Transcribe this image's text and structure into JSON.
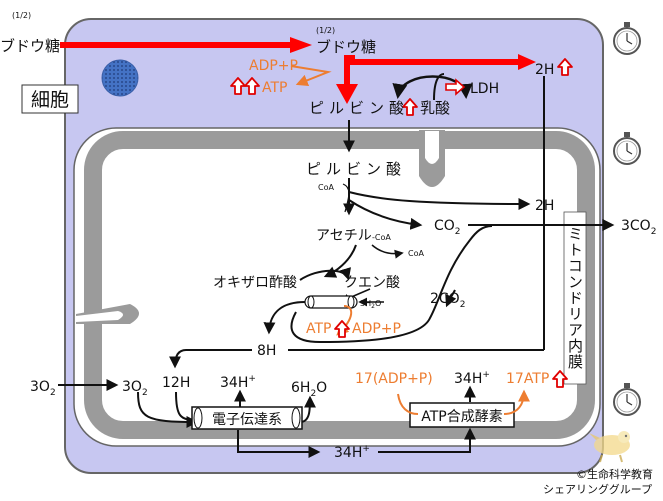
{
  "colors": {
    "cell_fill": "#c7c7f1",
    "cell_border": "#666666",
    "mito_membrane": "#9b9b9b",
    "matrix": "#ffffff",
    "glycolysis_arrow": "#ff0000",
    "atp_orange": "#ed7d31",
    "nucleus": "#4472c4",
    "up_arrow_red": "#e00000",
    "text": "#111111"
  },
  "labels": {
    "cell": "細胞",
    "half_left": "(1/2)",
    "glucose_left": "ブドウ糖",
    "half_mid": "(1/2)",
    "glucose_mid": "ブドウ糖",
    "adp_p_top": "ADP+P",
    "atp_top": "ATP",
    "pyruvate_top": "ピルビン酸",
    "lactate": "乳酸",
    "ldh": "LDH",
    "two_h_top": "2H",
    "pyruvate_mito": "ピルビン酸",
    "coa_1": "CoA",
    "two_h_mid": "2H",
    "co2_1": "CO",
    "co2_1_sub": "2",
    "three_co2": "3CO",
    "three_co2_sub": "2",
    "acetyl": "アセチル",
    "acetyl_coa": "-CoA",
    "coa_2": "CoA",
    "oxaloacetate": "オキザロ酢酸",
    "citrate": "クエン酸",
    "h2o_small": "3H",
    "h2o_small_sub": "2",
    "h2o_small_end": "O",
    "two_co2": "2CO",
    "two_co2_sub": "2",
    "atp_cycle": "ATP",
    "adp_p_cycle": "ADP+P",
    "eight_h": "8H",
    "inner_membrane": "ミトコンドリア内膜",
    "three_o2_out": "3O",
    "three_o2_out_sub": "2",
    "three_o2_in": "3O",
    "three_o2_in_sub": "2",
    "twelve_h": "12H",
    "thirtyfour_h_left": "34H",
    "thirtyfour_h_left_sup": "+",
    "six_h2o": "6H",
    "six_h2o_sub": "2",
    "six_h2o_end": "O",
    "seventeen_adp": "17(ADP+P)",
    "thirtyfour_h_right": "34H",
    "thirtyfour_h_right_sup": "+",
    "seventeen_atp": "17ATP",
    "etc": "電子伝達系",
    "atp_synthase": "ATP合成酵素",
    "thirtyfour_h_bottom": "34H",
    "thirtyfour_h_bottom_sup": "+",
    "credit_line1": "©生命科学教育",
    "credit_line2": "シェアリンググループ"
  },
  "icons": [
    "stopwatch-icon",
    "stopwatch-icon",
    "stopwatch-icon",
    "mascot-logo"
  ]
}
